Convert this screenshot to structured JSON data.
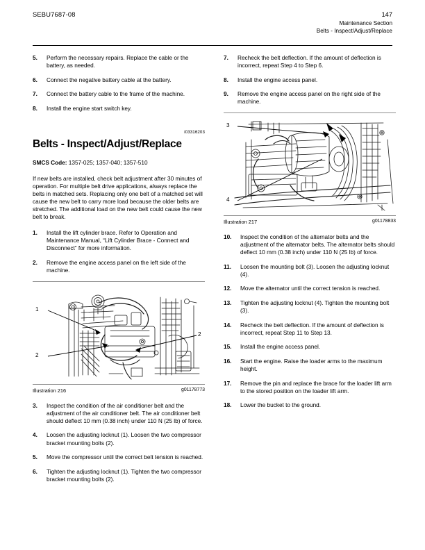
{
  "header": {
    "doc_id": "SEBU7687-08",
    "page_number": "147",
    "section": "Maintenance Section",
    "topic": "Belts - Inspect/Adjust/Replace"
  },
  "section": {
    "reference_number": "i03316203",
    "title": "Belts - Inspect/Adjust/Replace",
    "smcs_label": "SMCS Code:",
    "smcs_value": "1357-025; 1357-040; 1357-510",
    "intro_paragraph": "If new belts are installed, check belt adjustment after 30 minutes of operation. For multiple belt drive applications, always replace the belts in matched sets. Replacing only one belt of a matched set will cause the new belt to carry more load because the older belts are stretched. The additional load on the new belt could cause the new belt to break."
  },
  "left_column": {
    "continued_steps": [
      {
        "num": "5.",
        "text": "Perform the necessary repairs. Replace the cable or the battery, as needed."
      },
      {
        "num": "6.",
        "text": "Connect the negative battery cable at the battery."
      },
      {
        "num": "7.",
        "text": "Connect the battery cable to the frame of the machine."
      },
      {
        "num": "8.",
        "text": "Install the engine start switch key."
      }
    ],
    "procedure_steps_a": [
      {
        "num": "1.",
        "text": "Install the lift cylinder brace. Refer to Operation and Maintenance Manual, “Lift Cylinder Brace - Connect and Disconnect” for more information."
      },
      {
        "num": "2.",
        "text": "Remove the engine access panel on the left side of the machine."
      }
    ],
    "illustration": {
      "caption_label": "Illustration 216",
      "graphic_code": "g01178773",
      "callouts": [
        "1",
        "2",
        "2"
      ],
      "alt": "Line drawing of engine compartment showing air conditioner compressor, adjusting locknut and bracket mounting bolts"
    },
    "procedure_steps_b": [
      {
        "num": "3.",
        "text": "Inspect the condition of the air conditioner belt and the adjustment of the air conditioner belt. The air conditioner belt should deflect 10 mm (0.38 inch) under 110 N (25 lb) of force."
      },
      {
        "num": "4.",
        "text": "Loosen the adjusting locknut (1). Loosen the two compressor bracket mounting bolts (2)."
      },
      {
        "num": "5.",
        "text": "Move the compressor until the correct belt tension is reached."
      },
      {
        "num": "6.",
        "text": "Tighten the adjusting locknut (1). Tighten the two compressor bracket mounting bolts (2)."
      }
    ]
  },
  "right_column": {
    "procedure_steps_a": [
      {
        "num": "7.",
        "text": "Recheck the belt deflection. If the amount of deflection is incorrect, repeat Step 4 to Step 6."
      },
      {
        "num": "8.",
        "text": "Install the engine access panel."
      },
      {
        "num": "9.",
        "text": "Remove the engine access panel on the right side of the machine."
      }
    ],
    "illustration": {
      "caption_label": "Illustration 217",
      "graphic_code": "g01178833",
      "callouts": [
        "3",
        "4"
      ],
      "alt": "Line drawing of engine compartment showing alternator belts, mounting bolt and adjusting locknut"
    },
    "procedure_steps_b": [
      {
        "num": "10.",
        "text": "Inspect the condition of the alternator belts and the adjustment of the alternator belts. The alternator belts should deflect 10 mm (0.38 inch) under 110 N (25 lb) of force."
      },
      {
        "num": "11.",
        "text": "Loosen the mounting bolt (3). Loosen the adjusting locknut (4)."
      },
      {
        "num": "12.",
        "text": "Move the alternator until the correct tension is reached."
      },
      {
        "num": "13.",
        "text": "Tighten the adjusting locknut (4). Tighten the mounting bolt (3)."
      },
      {
        "num": "14.",
        "text": "Recheck the belt deflection. If the amount of deflection is incorrect, repeat Step 11 to Step 13."
      },
      {
        "num": "15.",
        "text": "Install the engine access panel."
      },
      {
        "num": "16.",
        "text": "Start the engine. Raise the loader arms to the maximum height."
      },
      {
        "num": "17.",
        "text": "Remove the pin and replace the brace for the loader lift arm to the stored position on the loader lift arm."
      },
      {
        "num": "18.",
        "text": "Lower the bucket to the ground."
      }
    ]
  }
}
